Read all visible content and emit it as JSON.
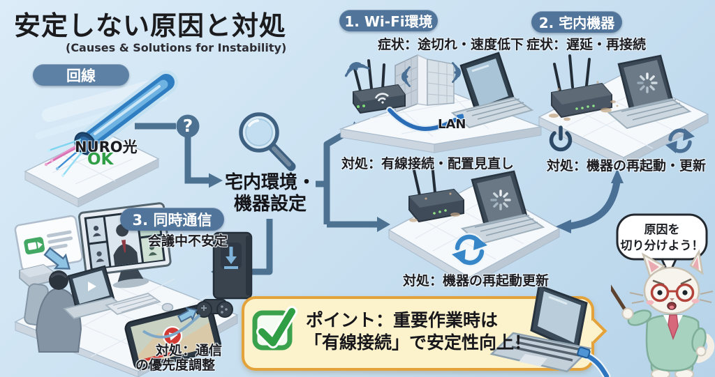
{
  "header": {
    "title": "安定しない原因と対処",
    "subtitle": "(Causes & Solutions for Instability)"
  },
  "line_check": {
    "badge": "回線",
    "provider": "NURO光",
    "status": "OK",
    "status_color": "#2f9e44"
  },
  "diagnosis": {
    "question_mark": "?",
    "label_line1": "宅内環境・",
    "label_line2": "機器設定"
  },
  "sections": {
    "wifi": {
      "badge": "1. Wi-Fi環境",
      "symptom": "症状：途切れ・速度低下",
      "cable_label": "LAN",
      "solution": "対処：有線接続・配置見直し"
    },
    "devices": {
      "badge": "2. 宅内機器",
      "symptom": "症状：遅延・再接続",
      "solution": "対処：機器の再起動・更新"
    },
    "concurrent": {
      "badge": "3. 同時通信",
      "symptom": "会議中不安定",
      "solution_line1": "対処：通信",
      "solution_line2": "の優先度調整"
    },
    "restart": {
      "solution": "対処：機器の再起動更新"
    }
  },
  "point_box": {
    "line1": "ポイント：重要作業時は",
    "line2": "「有線接続」で安定性向上！"
  },
  "mascot": {
    "bubble_line1": "原因を",
    "bubble_line2": "切り分けよう！"
  },
  "colors": {
    "accent_badge": "#50749a",
    "arrow": "#4d7191",
    "point_bg": "#fcf3cd",
    "point_border": "#e4a23a",
    "check_green": "#2f9e44",
    "cable_blue": "#2a6db6"
  }
}
